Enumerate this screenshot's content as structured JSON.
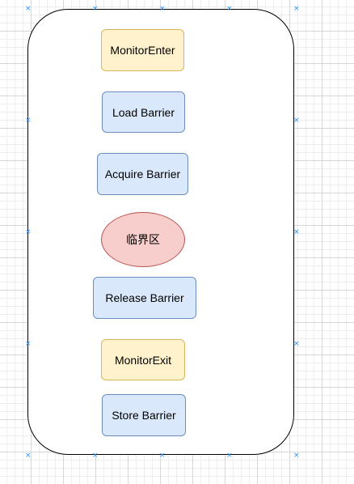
{
  "diagram": {
    "nodes": [
      {
        "label": "MonitorEnter",
        "style": "yellow"
      },
      {
        "label": "Load Barrier",
        "style": "blue"
      },
      {
        "label": "Acquire Barrier",
        "style": "blue"
      },
      {
        "label": "临界区",
        "style": "red"
      },
      {
        "label": "Release Barrier",
        "style": "blue"
      },
      {
        "label": "MonitorExit",
        "style": "yellow"
      },
      {
        "label": "Store Barrier",
        "style": "blue"
      }
    ]
  },
  "colors": {
    "yellow_fill": "#fff2cc",
    "yellow_stroke": "#d6b656",
    "blue_fill": "#dae8fc",
    "blue_stroke": "#6c8ebf",
    "red_fill": "#f8cecc",
    "red_stroke": "#b85450",
    "selection_handle": "#1e90ff"
  }
}
